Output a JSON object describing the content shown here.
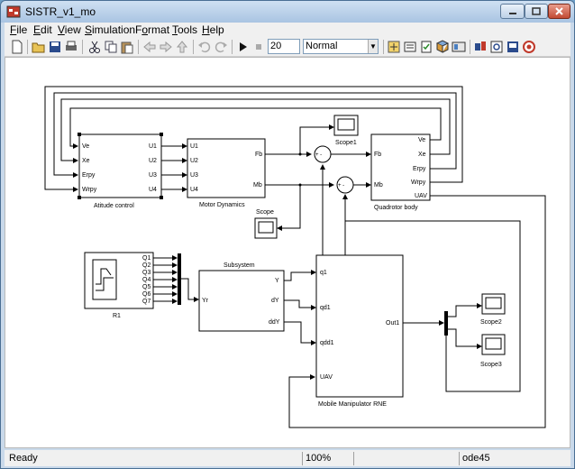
{
  "window": {
    "title": "SISTR_v1_mo"
  },
  "menu": [
    {
      "pre": "",
      "key": "F",
      "post": "ile"
    },
    {
      "pre": "",
      "key": "E",
      "post": "dit"
    },
    {
      "pre": "",
      "key": "V",
      "post": "iew"
    },
    {
      "pre": "",
      "key": "S",
      "post": "imulation"
    },
    {
      "pre": "F",
      "key": "o",
      "post": "rmat"
    },
    {
      "pre": "",
      "key": "T",
      "post": "ools"
    },
    {
      "pre": "",
      "key": "H",
      "post": "elp"
    }
  ],
  "toolbar": {
    "stop_time": "20",
    "sim_mode": "Normal",
    "icons": [
      "new-icon",
      "open-icon",
      "save-icon",
      "print-icon",
      "cut-icon",
      "copy-icon",
      "paste-icon",
      "back-icon",
      "forward-icon",
      "up-icon",
      "undo-icon",
      "redo-icon",
      "play-icon",
      "stop-icon"
    ]
  },
  "diagram": {
    "blocks": {
      "atitude": {
        "title": "Atitude control",
        "inputs": [
          "Ve",
          "Xe",
          "Erpy",
          "Wrpy"
        ],
        "outputs": [
          "U1",
          "U2",
          "U3",
          "U4"
        ]
      },
      "motor": {
        "title": "Motor Dynamics",
        "inputs": [
          "U1",
          "U2",
          "U3",
          "U4"
        ],
        "outputs": [
          "Fb",
          "Mb"
        ]
      },
      "quad": {
        "title": "Quadrotor body",
        "inputs": [
          "Fb",
          "Mb"
        ],
        "outputs": [
          "Ve",
          "Xe",
          "Erpy",
          "Wrpy",
          "UAV"
        ]
      },
      "scope1": {
        "title": "Scope1"
      },
      "scope": {
        "title": "Scope"
      },
      "r1": {
        "title": "R1",
        "outputs": [
          "Q1",
          "Q2",
          "Q3",
          "Q4",
          "Q5",
          "Q6",
          "Q7"
        ]
      },
      "subsystem": {
        "title": "Subsystem",
        "inputs": [
          "Yr"
        ],
        "outputs": [
          "Y",
          "dY",
          "ddY"
        ]
      },
      "rne": {
        "title": "Mobile Manipulator RNE",
        "inputs": [
          "q1",
          "qd1",
          "qdd1",
          "UAV"
        ],
        "outputs": [
          "Out1"
        ]
      },
      "scope2": {
        "title": "Scope2"
      },
      "scope3": {
        "title": "Scope3"
      },
      "sum1": {
        "signs": "+ -"
      },
      "sum2": {
        "signs": "+ -"
      }
    }
  },
  "status": {
    "ready": "Ready",
    "zoom": "100%",
    "solver": "ode45"
  },
  "colors": {
    "canvas": "#ffffff",
    "titlebar": "#b8d0ea",
    "close": "#c24a33"
  }
}
